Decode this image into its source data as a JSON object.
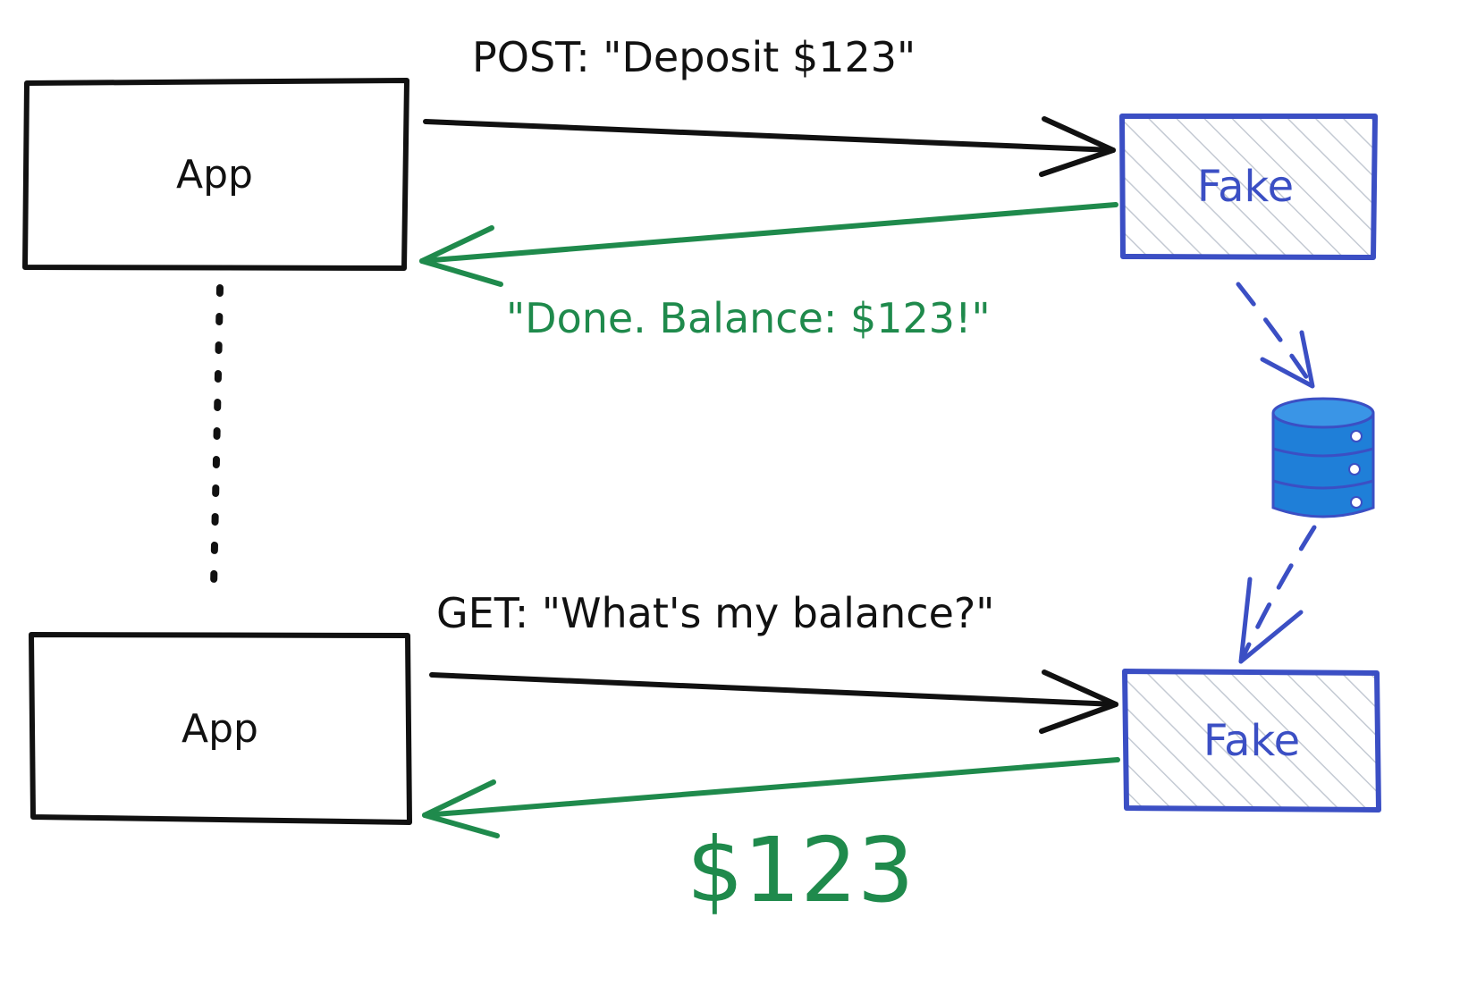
{
  "colors": {
    "ink": "#111111",
    "fake_blue": "#3b4fc4",
    "response_green": "#1f8a4c",
    "database_blue": "#1f7fd8",
    "hatch_gray": "#c4cad3"
  },
  "top": {
    "app_label": "App",
    "fake_label": "Fake",
    "request_label": "POST: \"Deposit $123\"",
    "response_label": "\"Done. Balance: $123!\""
  },
  "bottom": {
    "app_label": "App",
    "fake_label": "Fake",
    "request_label": "GET: \"What's my balance?\"",
    "response_label": "$123"
  },
  "icons": {
    "storage": "database-icon"
  }
}
